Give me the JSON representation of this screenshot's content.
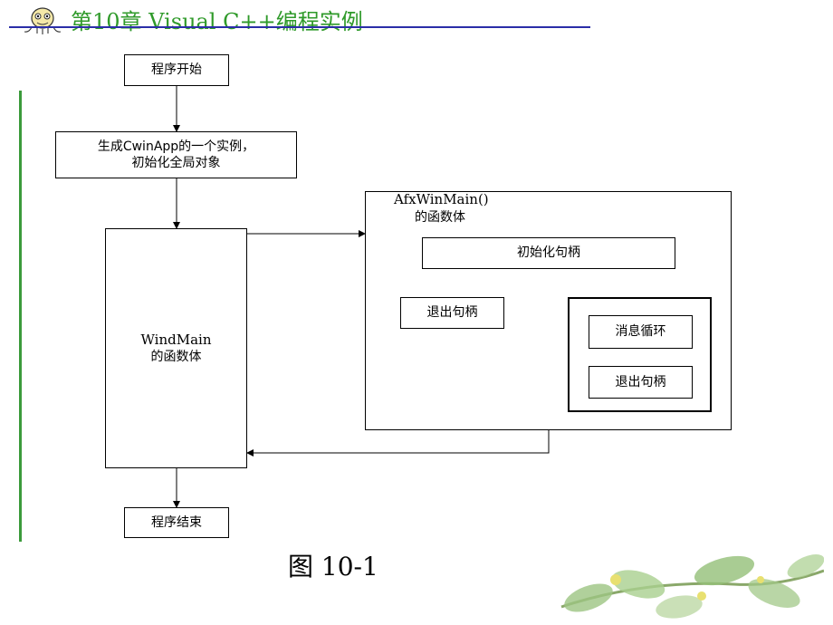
{
  "header": {
    "title": "第10章   Visual C++编程实例",
    "logo_icon": "cartoon-face-logo"
  },
  "flowchart": {
    "start": "程序开始",
    "create_app": "生成CwinApp的一个实例，\n初始化全局对象",
    "winmain_title": "WindMain",
    "winmain_sub": "的函数体",
    "afx_title": "AfxWinMain()",
    "afx_sub": "的函数体",
    "init_handle": "初始化句柄",
    "exit_handle_left": "退出句柄",
    "message_loop": "消息循环",
    "exit_handle_right": "退出句柄",
    "end": "程序结束"
  },
  "caption": "图  10-1",
  "colors": {
    "header_text": "#2f9a2a",
    "header_line": "#2b2ea8",
    "left_rule": "#3b9a3b"
  },
  "decorations": {
    "bottom_right": "green-leaf-branch"
  }
}
